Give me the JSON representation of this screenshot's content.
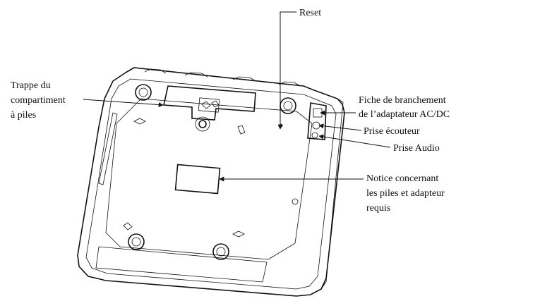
{
  "labels": {
    "reset": "Reset",
    "trappe_line1": "Trappe du",
    "trappe_line2": "compartiment",
    "trappe_line3": "à piles",
    "fiche_line1": "Fiche de branchement",
    "fiche_line2": "de l’adaptateur AC/DC",
    "ecouteur": "Prise écouteur",
    "audio": "Prise Audio",
    "notice_line1": "Notice concernant",
    "notice_line2": "les piles et adapteur",
    "notice_line3": "requis"
  }
}
